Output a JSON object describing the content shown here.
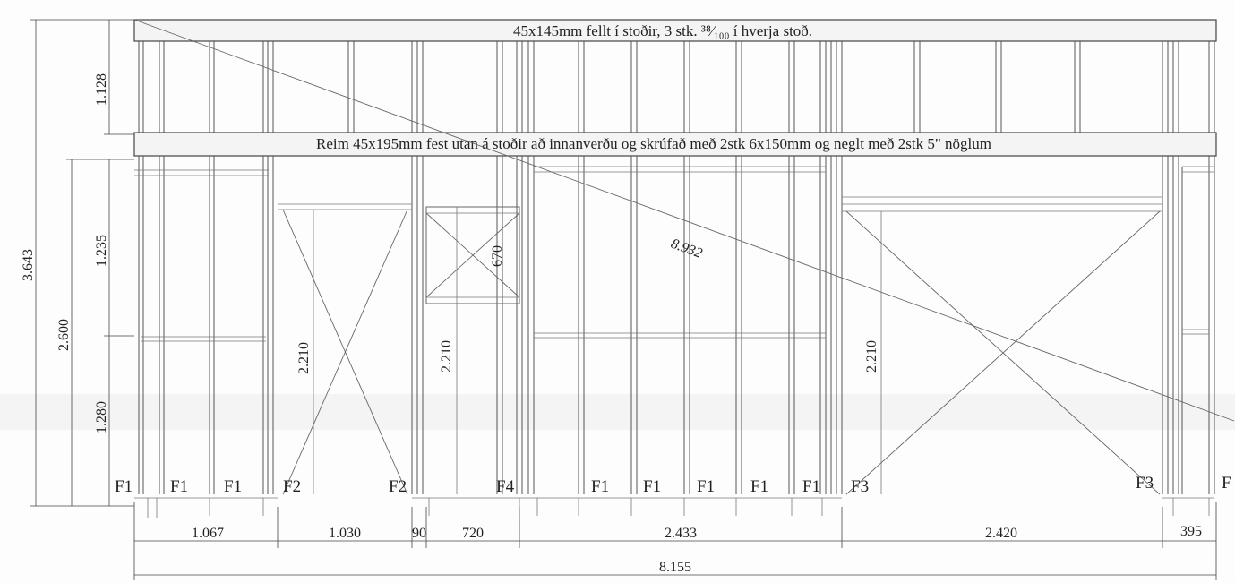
{
  "top_beam_note": "45x145mm fellt í stoðir, 3 stk. ³⁸⁄₁₀₀ í hverja stoð.",
  "reim_note": "Reim 45x195mm fest utan á stoðir að innanverðu og skrúfað með 2stk 6x150mm og neglt með 2stk 5\" nöglum",
  "diagonal_label": "8.932",
  "vertical_dims": {
    "total": "3.643",
    "upper": "1.128",
    "lower_total": "2.600",
    "mid": "1.235",
    "low": "1.280"
  },
  "opening_heights": {
    "door_1": "2.210",
    "door_2": "2.210",
    "door_3": "2.210",
    "window": "670"
  },
  "horizontal_dims": {
    "seg1": "1.067",
    "seg2": "1.030",
    "seg3": "90",
    "seg4": "720",
    "seg5": "2.433",
    "seg6": "2.420",
    "seg7": "395",
    "overall": "8.155"
  },
  "footing_labels": [
    "F1",
    "F1",
    "F1",
    "F2",
    "F2",
    "F4",
    "F1",
    "F1",
    "F1",
    "F1",
    "F1",
    "F3",
    "F3",
    "F"
  ]
}
